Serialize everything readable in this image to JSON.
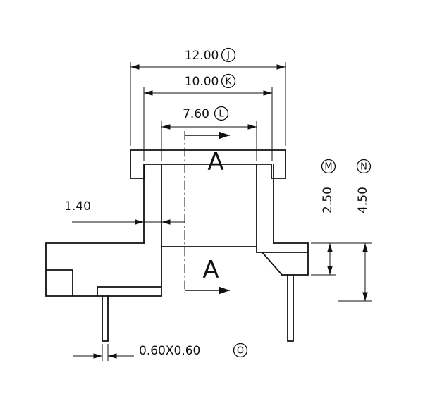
{
  "drawing": {
    "section_label": "A",
    "dims": {
      "width_outer": {
        "value": "12.00",
        "letter": "J"
      },
      "width_mid": {
        "value": "10.00",
        "letter": "K"
      },
      "width_inner": {
        "value": "7.60",
        "letter": "L"
      },
      "wall": {
        "value": "1.40"
      },
      "foot_height": {
        "value": "2.50",
        "letter": "M"
      },
      "total_height": {
        "value": "4.50",
        "letter": "N"
      },
      "pin": {
        "value": "0.60X0.60",
        "letter": "O"
      }
    },
    "colors": {
      "line": "#111111",
      "section_letter": "#9c9c9c",
      "background": "#ffffff"
    }
  }
}
